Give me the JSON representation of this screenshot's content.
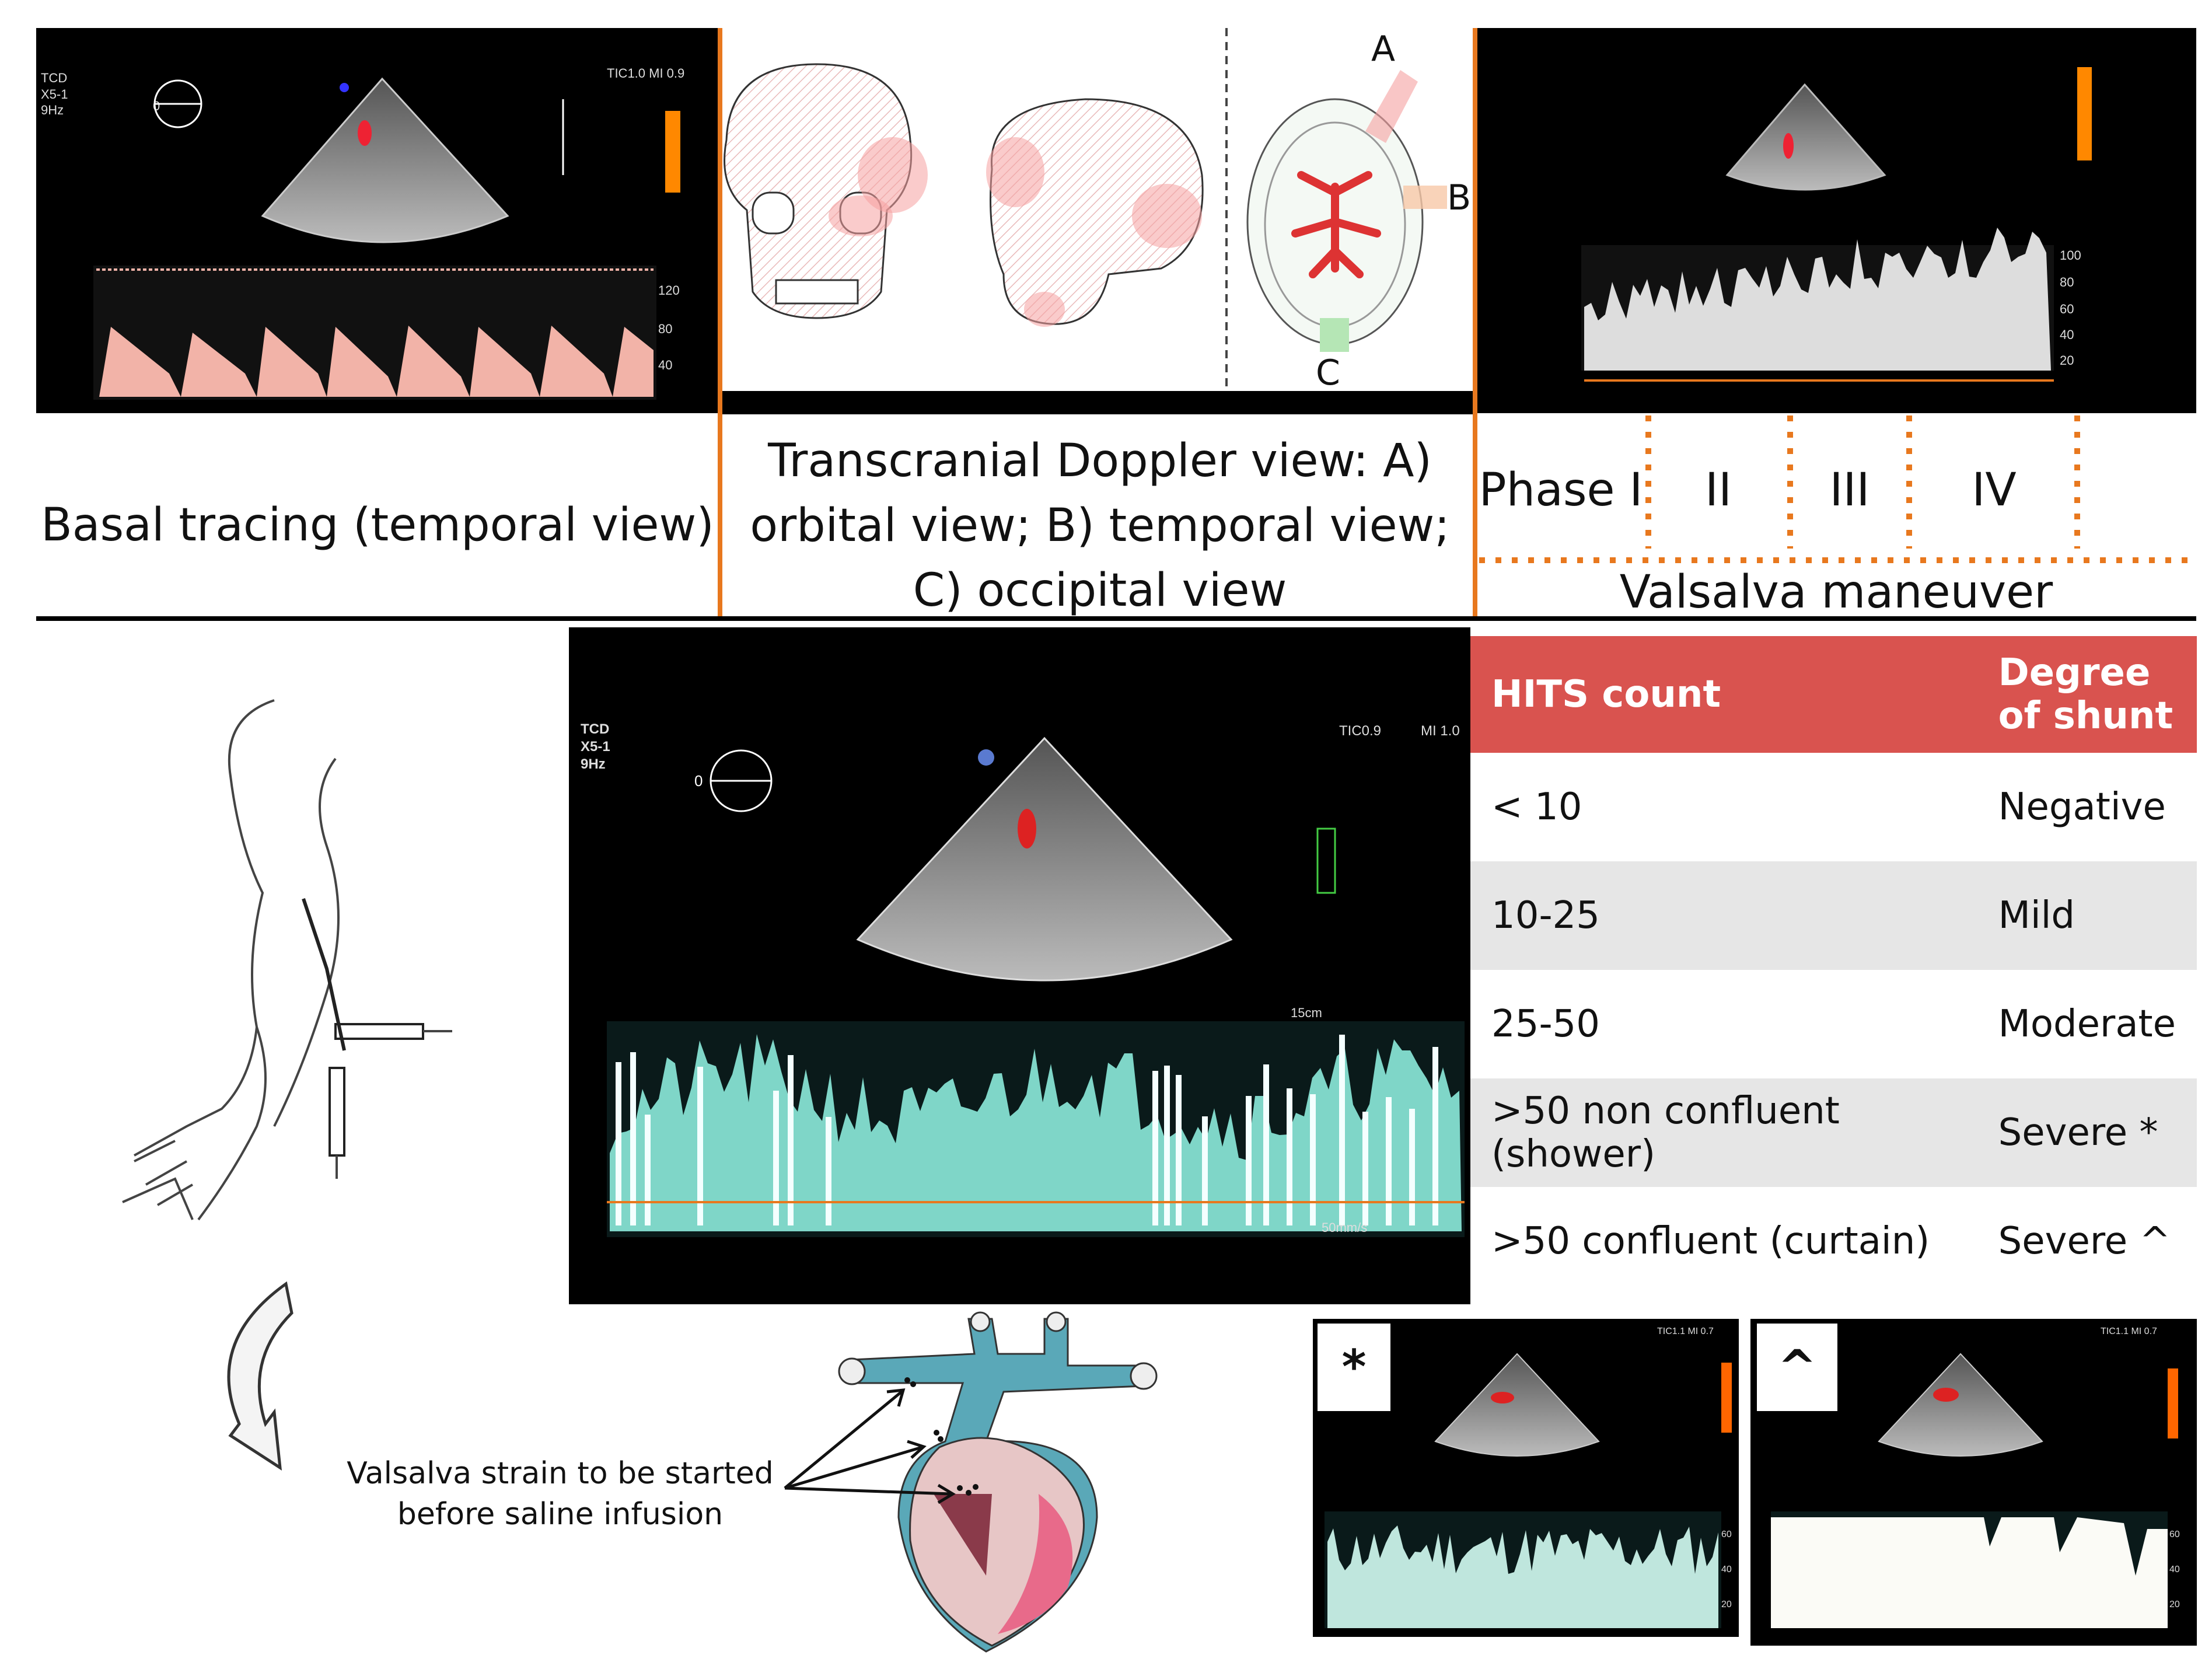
{
  "panels": {
    "basal": {
      "caption": "Basal tracing (temporal view)",
      "scanner_text": [
        "TCD",
        "X5-1",
        "9Hz"
      ],
      "header": "TIC1.0   MI 0.9",
      "scale": [
        "120",
        "80",
        "40"
      ],
      "zero": "0"
    },
    "views": {
      "caption": "Transcranial Doppler view:  A) orbital view; B) temporal view; C) occipital view",
      "marker_a": "A",
      "marker_b": "B",
      "marker_c": "C"
    },
    "valsalva": {
      "caption": "Valsalva maneuver",
      "phases": [
        "Phase I",
        "II",
        "III",
        "IV"
      ],
      "scale": [
        "100",
        "80",
        "60",
        "40",
        "20"
      ]
    },
    "main": {
      "scanner_text": [
        "TCD",
        "X5-1",
        "9Hz"
      ],
      "header_left": "TIC0.9",
      "header_right": "MI 1.0",
      "zero": "0",
      "depth": "15cm",
      "sweep": "50mm/s"
    },
    "shower": {
      "tag": "*",
      "header": "TIC1.1   MI 0.7",
      "scale": [
        "60",
        "40",
        "20"
      ]
    },
    "curtain": {
      "tag": "^",
      "header": "TIC1.1   MI 0.7",
      "scale": [
        "60",
        "40",
        "20"
      ]
    }
  },
  "table": {
    "headers": [
      "HITS count",
      "Degree of shunt"
    ],
    "rows": [
      [
        "< 10",
        "Negative"
      ],
      [
        "10-25",
        "Mild"
      ],
      [
        "25-50",
        "Moderate"
      ],
      [
        ">50 non confluent (shower)",
        "Severe *"
      ],
      [
        ">50 confluent (curtain)",
        "Severe ^"
      ]
    ]
  },
  "note": "Valsalva strain to be started before saline infusion",
  "colors": {
    "accent": "#e8781e",
    "table_header": "#d9534f",
    "doppler_red": "#f2b3a8",
    "doppler_teal": "#7fd6c8"
  }
}
